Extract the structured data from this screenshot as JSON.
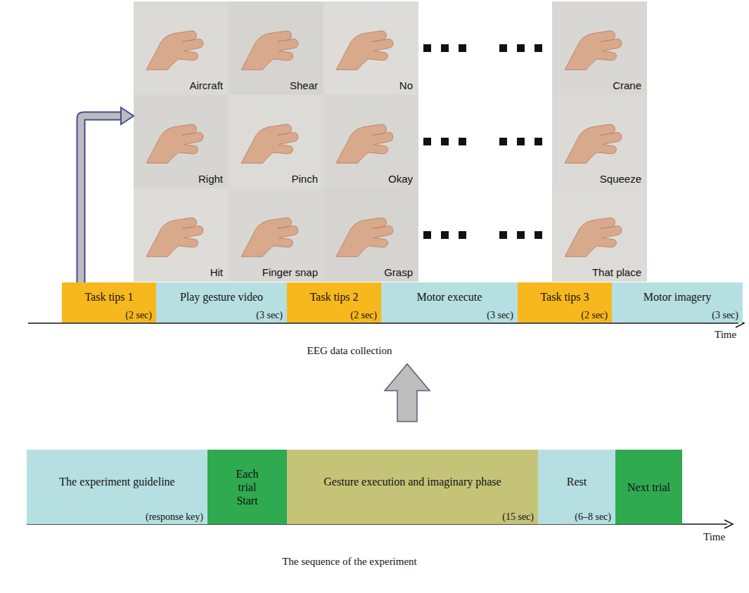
{
  "diagram": {
    "nodes": [
      {
        "text": [
          "Aircraft"
        ]
      },
      {
        "text": [
          "Shear"
        ]
      },
      {
        "text": [
          "No"
        ]
      },
      {
        "text": [
          "Crane"
        ]
      },
      {
        "text": [
          "Right"
        ]
      },
      {
        "text": [
          "Pinch"
        ]
      },
      {
        "text": [
          "Okay"
        ]
      },
      {
        "text": [
          "Squeeze"
        ]
      },
      {
        "text": [
          "Hit"
        ]
      },
      {
        "text": [
          "Finger snap"
        ]
      },
      {
        "text": [
          "Grasp"
        ]
      },
      {
        "text": [
          "That place"
        ]
      },
      {
        "text": [
          "Task tips 1",
          "(2 sec)"
        ]
      },
      {
        "text": [
          "Play gesture video",
          "(3 sec)"
        ]
      },
      {
        "text": [
          "Task tips 2",
          "(2 sec)"
        ]
      },
      {
        "text": [
          "Motor execute",
          "(3 sec)"
        ]
      },
      {
        "text": [
          "Task tips 3",
          "(2 sec)"
        ]
      },
      {
        "text": [
          "Motor imagery",
          "(3 sec)"
        ]
      },
      {
        "text": [
          "The experiment guideline",
          "(response key)"
        ]
      },
      {
        "text": [
          "Each trial Start"
        ]
      },
      {
        "text": [
          "Gesture execution and imaginary phase",
          "(15 sec)"
        ]
      },
      {
        "text": [
          "Rest",
          "(6–8 sec)"
        ]
      },
      {
        "text": [
          "Next trial"
        ]
      }
    ],
    "edges": [
      {
        "from": 12,
        "to": 4,
        "arrow": "to"
      }
    ],
    "labels": [
      "Time",
      "EEG data collection",
      "Time",
      "The sequence of the experiment"
    ]
  }
}
